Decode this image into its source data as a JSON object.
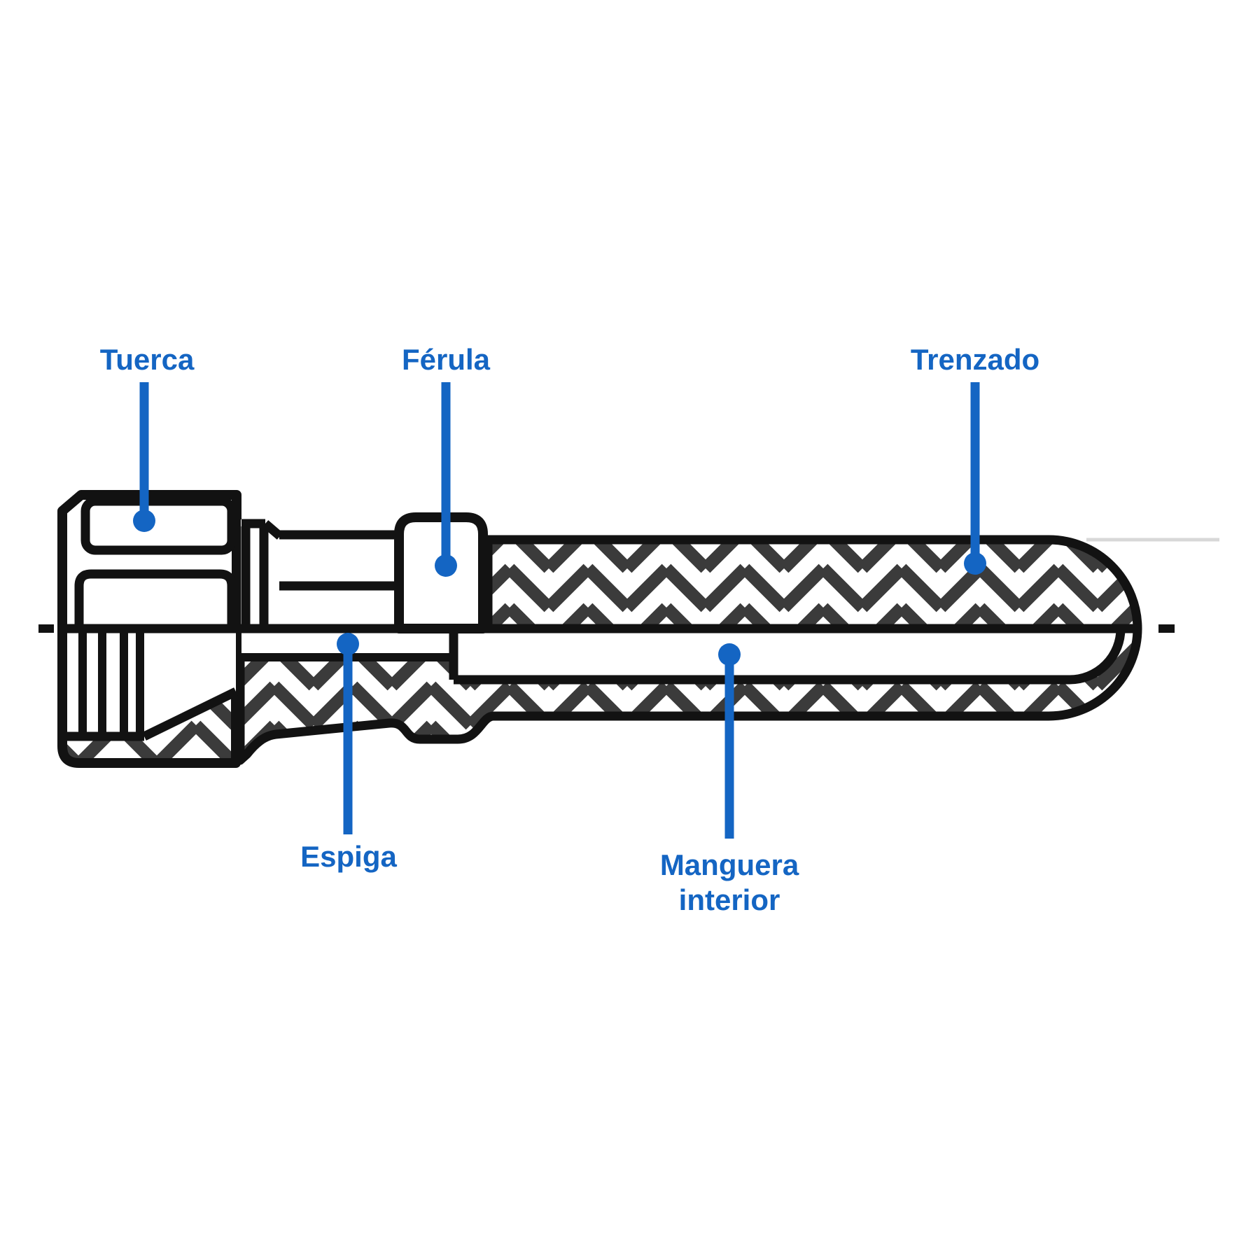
{
  "colors": {
    "accent": "#1465C3",
    "outline": "#121212",
    "braid": "#3B3B3B",
    "faint": "#D8D8D8",
    "background": "#FFFFFF"
  },
  "labels": {
    "tuerca": {
      "text": "Tuerca"
    },
    "ferula": {
      "text": "Férula"
    },
    "trenzado": {
      "text": "Trenzado"
    },
    "espiga": {
      "text": "Espiga"
    },
    "manguera": {
      "line1": "Manguera",
      "line2": "interior"
    }
  }
}
